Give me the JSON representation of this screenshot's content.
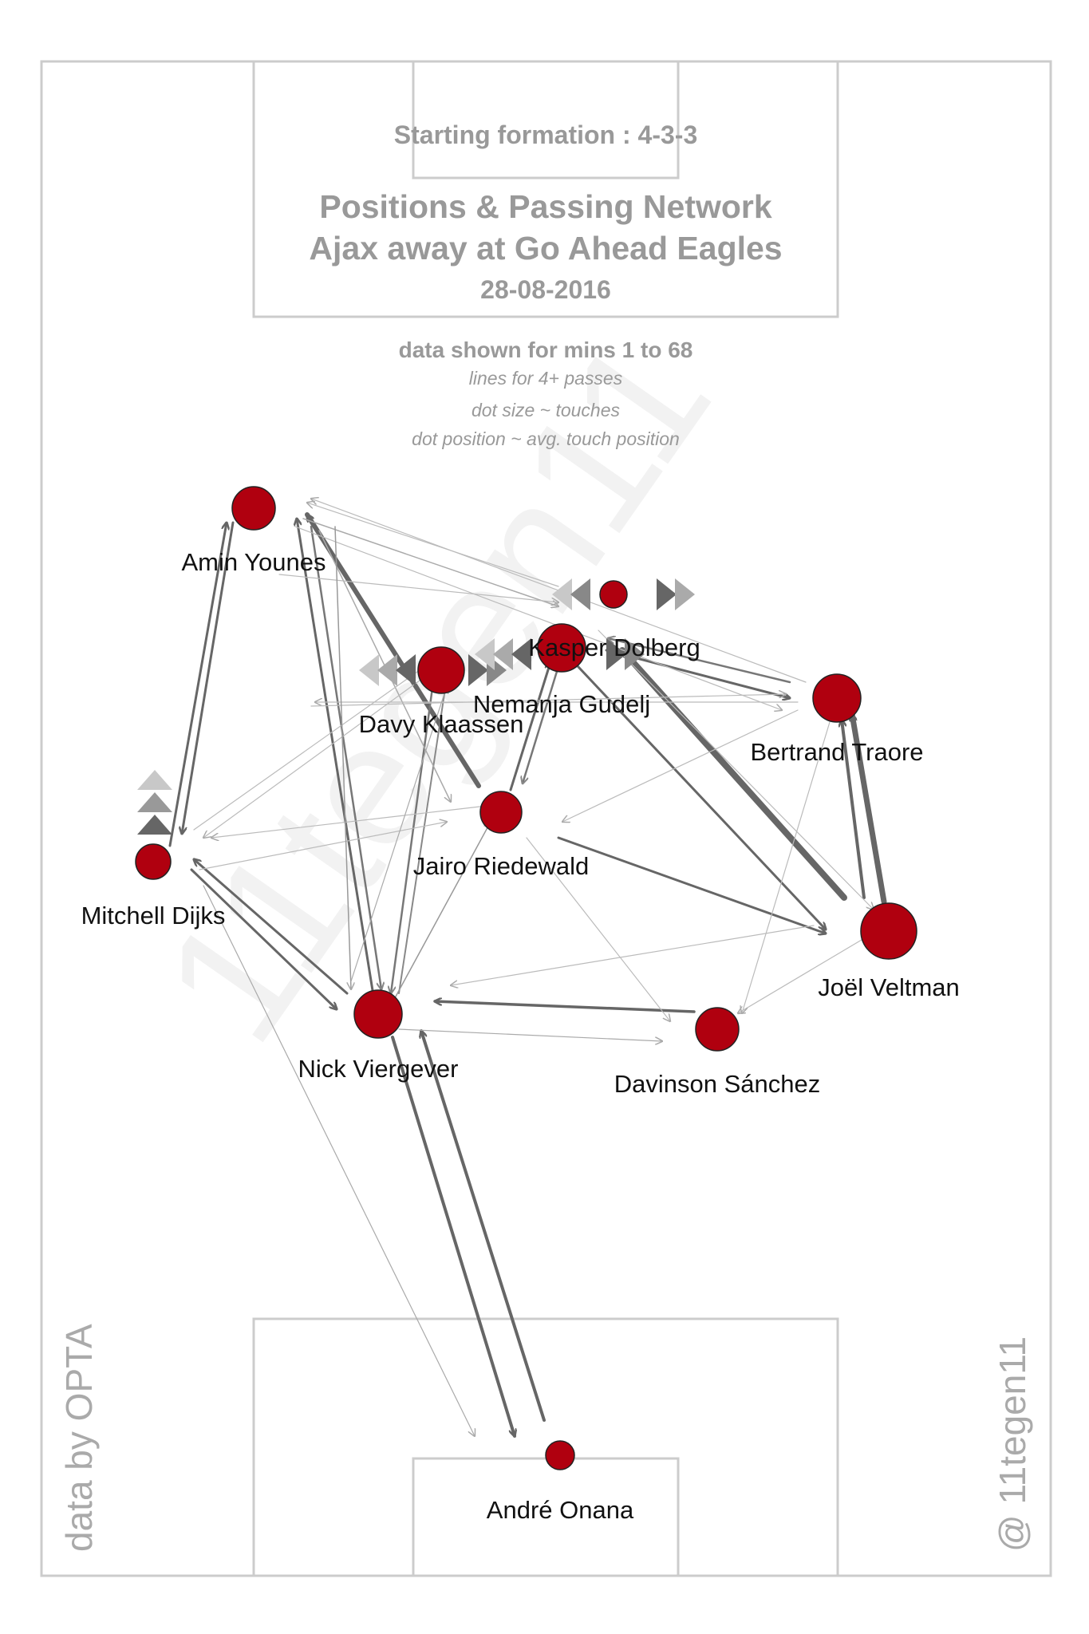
{
  "header": {
    "formation": "Starting formation : 4-3-3",
    "title_line1": "Positions & Passing Network",
    "title_line2": "Ajax  away at  Go Ahead Eagles",
    "date": "28-08-2016",
    "data_shown": "data shown for mins 1 to 68",
    "note_lines": "lines for 4+ passes",
    "note_dot_size": "dot size ~ touches",
    "note_dot_position": "dot position ~ avg. touch position"
  },
  "credits": {
    "source": "data by OPTA",
    "author": "@ 11tegen11"
  },
  "colors": {
    "player_dot": "#b0000f",
    "pitch_lines": "#cccccc",
    "text_gray": "#999999"
  },
  "players": [
    {
      "name": "Amin Younes"
    },
    {
      "name": "Kasper Dolberg"
    },
    {
      "name": "Davy Klaassen"
    },
    {
      "name": "Nemanja Gudelj"
    },
    {
      "name": "Bertrand Traore"
    },
    {
      "name": "Jairo Riedewald"
    },
    {
      "name": "Mitchell Dijks"
    },
    {
      "name": "Joël Veltman"
    },
    {
      "name": "Nick Viergever"
    },
    {
      "name": "Davinson Sánchez"
    },
    {
      "name": "André Onana"
    }
  ]
}
